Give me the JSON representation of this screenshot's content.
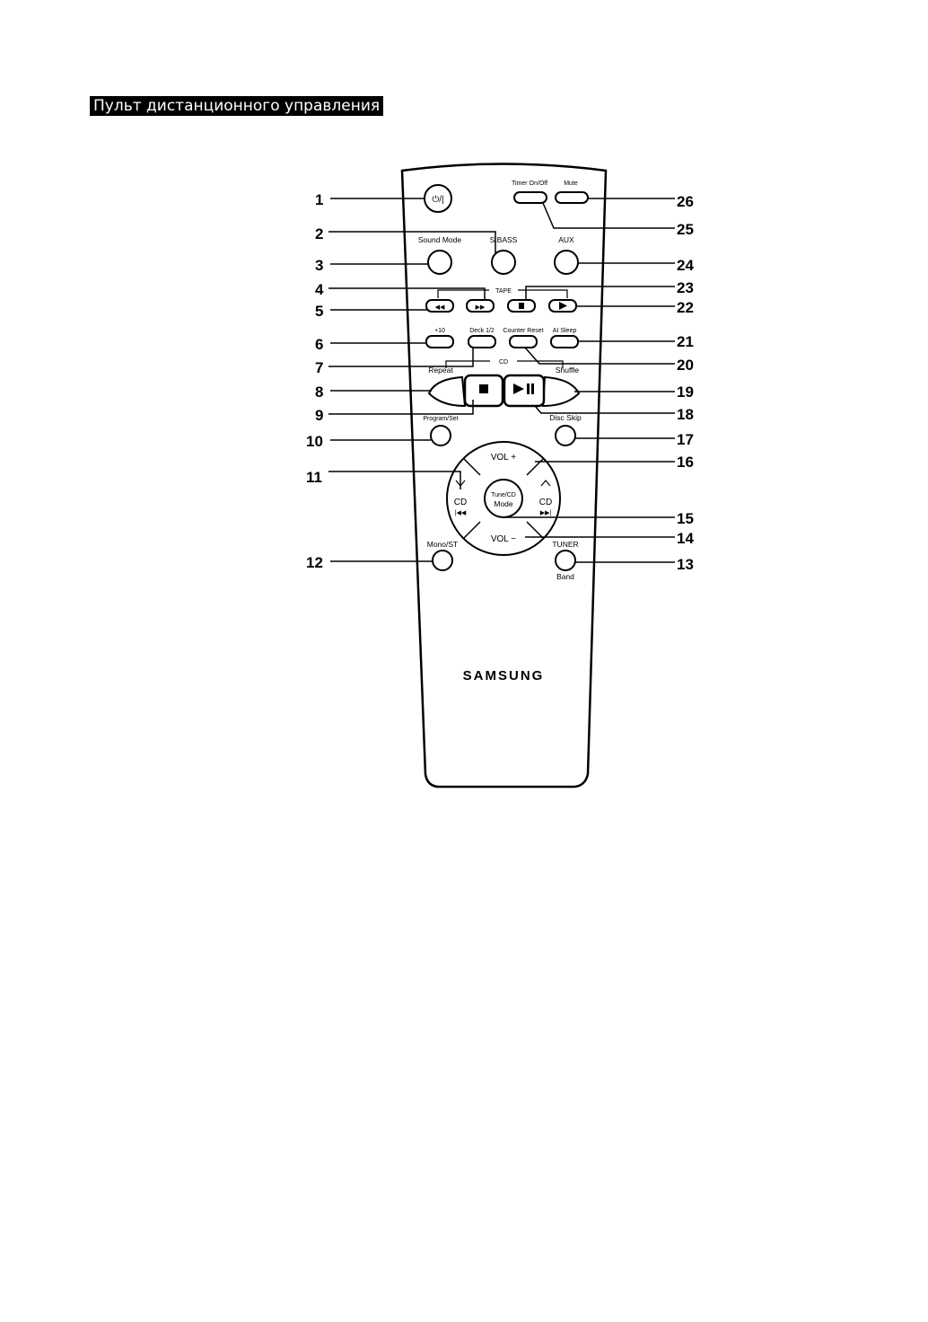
{
  "title": "Пульт дистанционного управления",
  "labels": {
    "power": "⏻/|",
    "timer_onoff": "Timer On/Off",
    "mute": "Mute",
    "sound_mode": "Sound Mode",
    "s_bass": "S.BASS",
    "aux": "AUX",
    "tape": "TAPE",
    "plus10": "+10",
    "deck12": "Deck 1/2",
    "counter_reset": "Counter Reset",
    "ai_sleep": "AI Sleep",
    "cd": "CD",
    "repeat": "Repeat",
    "shuffle": "Shuffle",
    "program_set": "Program/Set",
    "disc_skip": "Disc Skip",
    "vol_plus": "VOL +",
    "vol_minus": "VOL −",
    "cd_left": "CD",
    "cd_right": "CD",
    "tune_cd_mode_1": "Tune/CD",
    "tune_cd_mode_2": "Mode",
    "mono_st": "Mono/ST",
    "tuner": "TUNER",
    "band": "Band",
    "brand": "SAMSUNG"
  },
  "callouts": {
    "c1": "1",
    "c2": "2",
    "c3": "3",
    "c4": "4",
    "c5": "5",
    "c6": "6",
    "c7": "7",
    "c8": "8",
    "c9": "9",
    "c10": "10",
    "c11": "11",
    "c12": "12",
    "c13": "13",
    "c14": "14",
    "c15": "15",
    "c16": "16",
    "c17": "17",
    "c18": "18",
    "c19": "19",
    "c20": "20",
    "c21": "21",
    "c22": "22",
    "c23": "23",
    "c24": "24",
    "c25": "25",
    "c26": "26"
  }
}
